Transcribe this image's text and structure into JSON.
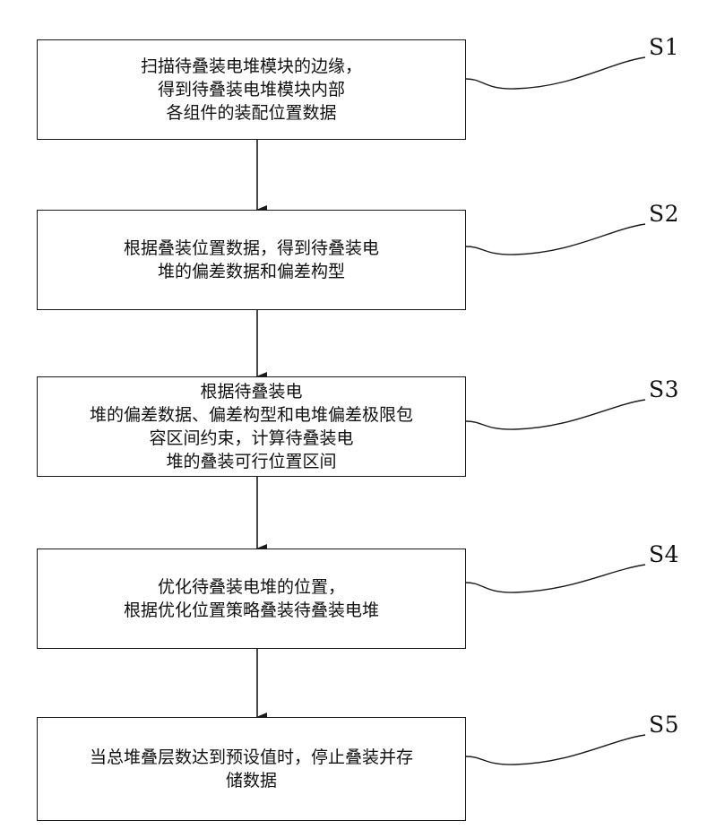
{
  "steps": [
    {
      "id": "S1",
      "label": "S1",
      "text": "扫描待叠装电堆模块的边缘，\n得到待叠装电堆模块内部\n各组件的装配位置数据"
    },
    {
      "id": "S2",
      "label": "S2",
      "text": "根据叠装位置数据，得到待叠装电\n堆的偏差数据和偏差构型"
    },
    {
      "id": "S3",
      "label": "S3",
      "text": "根据待叠装电\n堆的偏差数据、偏差构型和电堆偏差极限包\n容区间约束，计算待叠装电\n堆的叠装可行位置区间"
    },
    {
      "id": "S4",
      "label": "S4",
      "text": "优化待叠装电堆的位置，\n根据优化位置策略叠装待叠装电堆"
    },
    {
      "id": "S5",
      "label": "S5",
      "text": "当总堆叠层数达到预设值时，停止叠装并存\n储数据"
    }
  ],
  "colors": {
    "line": "#1a1a1a",
    "text": "#111111",
    "background": "#ffffff"
  }
}
